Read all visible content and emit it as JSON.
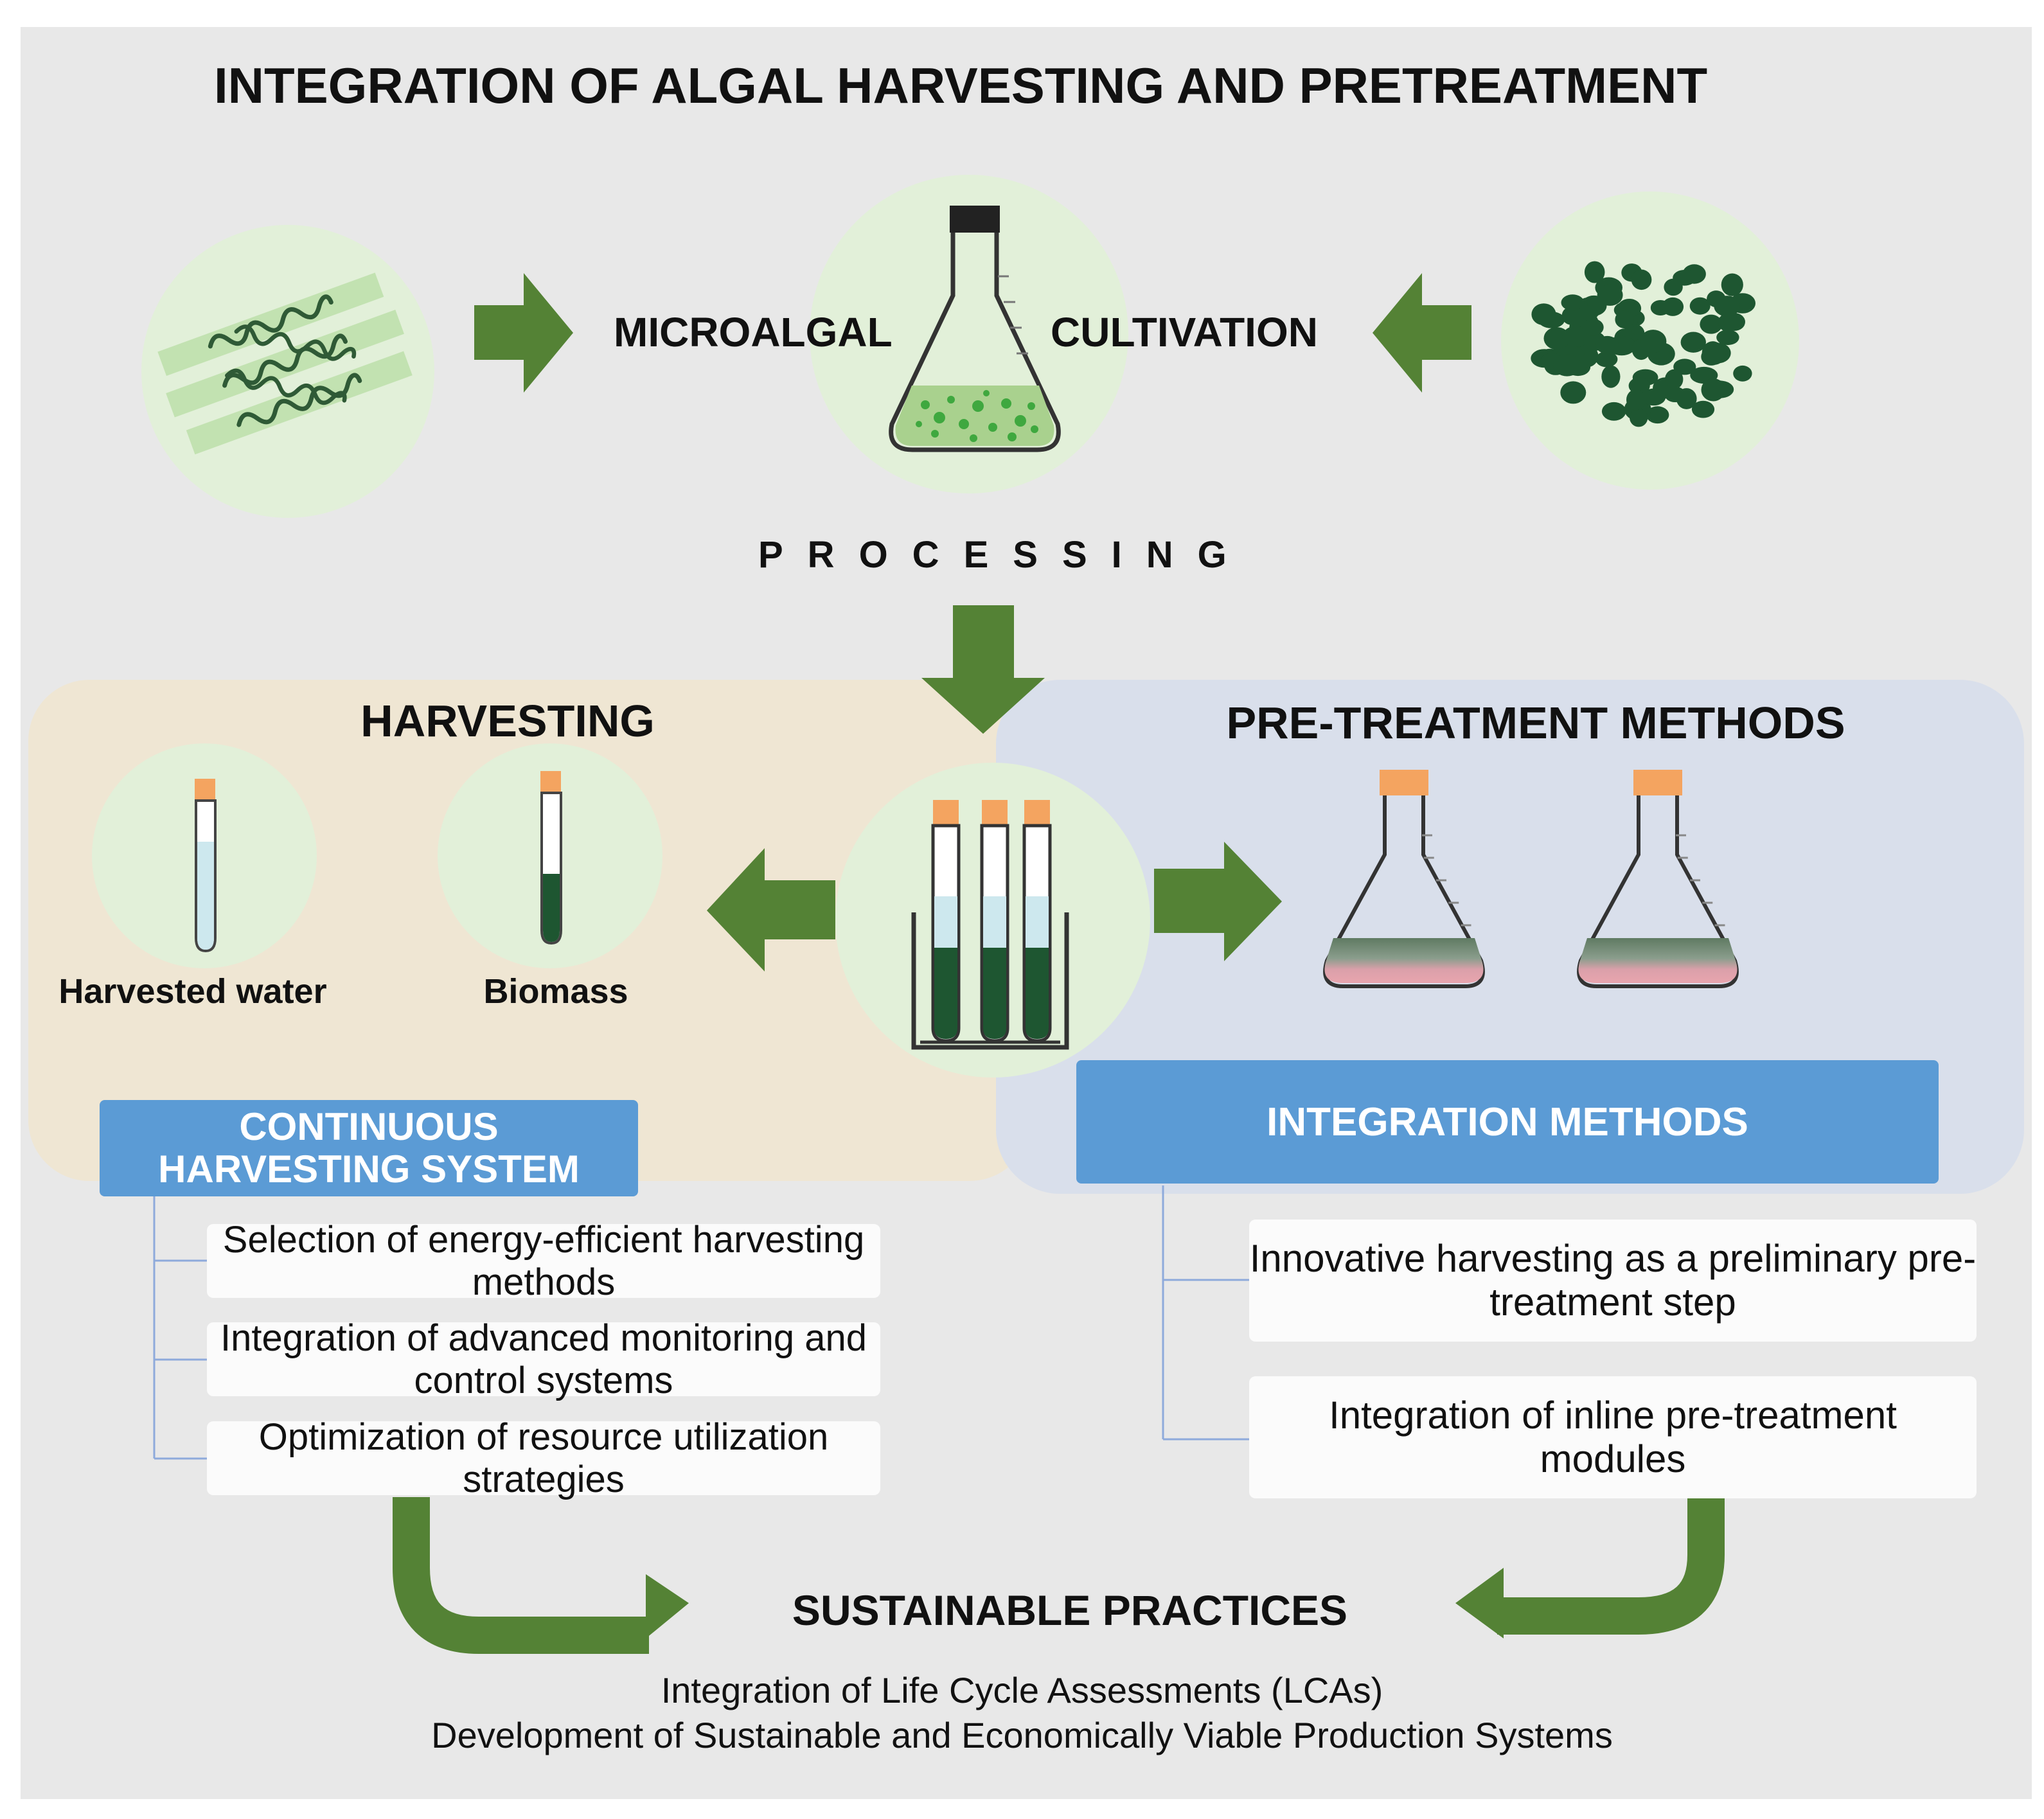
{
  "title": "INTEGRATION OF ALGAL HARVESTING AND PRETREATMENT",
  "cultivation": {
    "left_word": "MICROALGAL",
    "right_word": "CULTIVATION"
  },
  "processing_label": "PROCESSING",
  "harvesting": {
    "title": "HARVESTING",
    "products": [
      {
        "label": "Harvested water"
      },
      {
        "label": "Biomass"
      }
    ],
    "system": {
      "title_line1": "CONTINUOUS",
      "title_line2": "HARVESTING SYSTEM",
      "items": [
        "Selection of energy-efficient harvesting methods",
        "Integration of advanced monitoring and control systems",
        "Optimization of resource utilization strategies"
      ]
    }
  },
  "pretreatment": {
    "title": "PRE-TREATMENT METHODS",
    "integration": {
      "title": "INTEGRATION METHODS",
      "items": [
        "Innovative harvesting as a preliminary pre-treatment step",
        "Integration of inline pre-treatment modules"
      ]
    }
  },
  "sustainable": {
    "title": "SUSTAINABLE PRACTICES",
    "lines": [
      "Integration of Life Cycle Assessments (LCAs)",
      "Development of Sustainable and Economically Viable Production Systems"
    ]
  },
  "colors": {
    "background": "#e8e8e8",
    "harvesting_panel": "#efe6d3",
    "pretreatment_panel": "#d9dfeb",
    "arrow_green": "#548235",
    "circle_green": "#e2f0d9",
    "box_blue": "#5b9bd5",
    "connector_blue": "#8eaadb",
    "algae_dark": "#1e5631",
    "cork": "#f4a460",
    "pink_liquid": "#e8a5ae"
  },
  "icons": [
    "filament-algae-icon",
    "flask-icon",
    "spherical-algae-icon",
    "test-tube-icon",
    "test-tube-rack-icon",
    "erlenmeyer-flask-icon"
  ]
}
